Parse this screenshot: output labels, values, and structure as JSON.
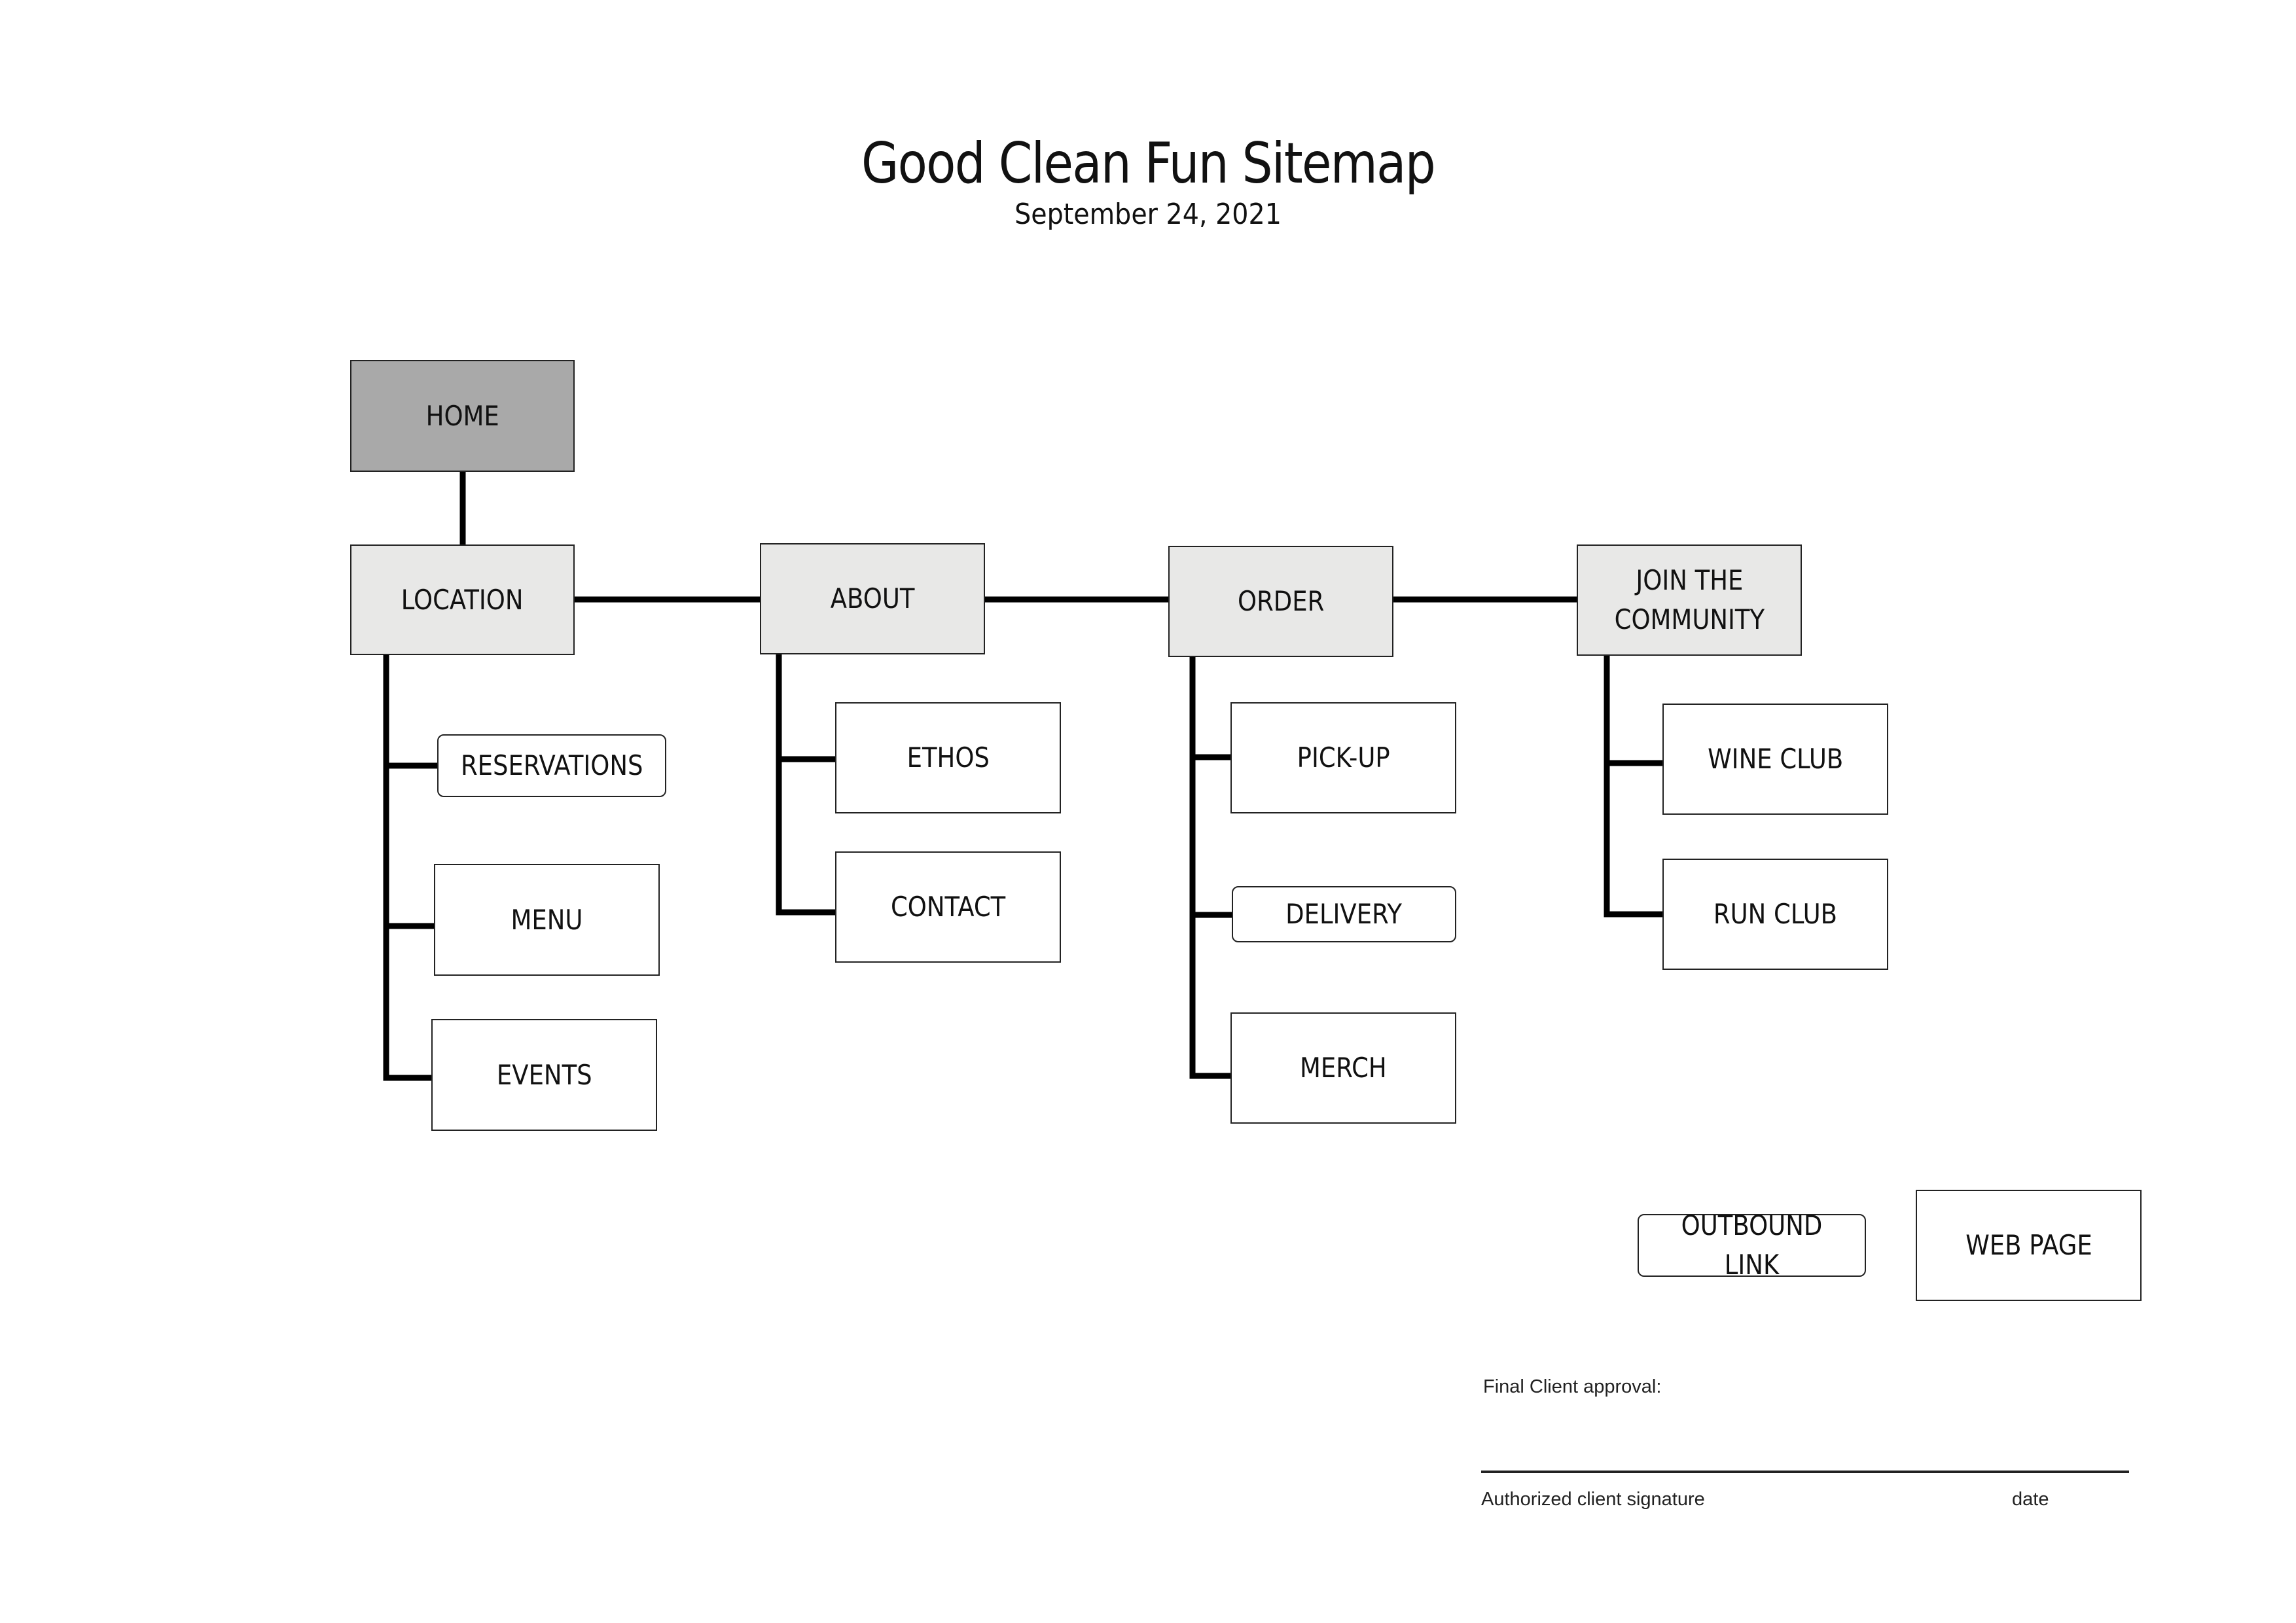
{
  "header": {
    "title": "Good Clean Fun Sitemap",
    "date": "September 24, 2021"
  },
  "sitemap": {
    "home": "HOME",
    "sections": [
      {
        "label": "LOCATION",
        "children": [
          "RESERVATIONS",
          "MENU",
          "EVENTS"
        ]
      },
      {
        "label": "ABOUT",
        "children": [
          "ETHOS",
          "CONTACT"
        ]
      },
      {
        "label": "ORDER",
        "children": [
          "PICK-UP",
          "DELIVERY",
          "MERCH"
        ]
      },
      {
        "label": "JOIN THE\nCOMMUNITY",
        "children": [
          "WINE CLUB",
          "RUN CLUB"
        ]
      }
    ]
  },
  "legend": {
    "outbound_link": "OUTBOUND LINK",
    "web_page": "WEB PAGE"
  },
  "approval": {
    "label": "Final Client approval:",
    "signature_label": "Authorized client signature",
    "date_label": "date"
  },
  "colors": {
    "home_fill": "#a9a9a9",
    "section_fill": "#e8e8e7",
    "page_fill": "#ffffff",
    "stroke": "#000000"
  }
}
